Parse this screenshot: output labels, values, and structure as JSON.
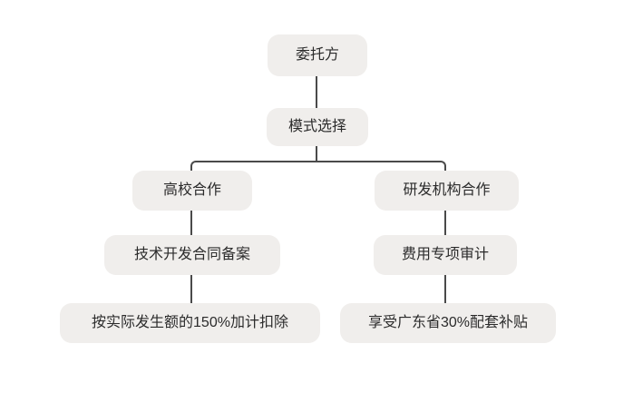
{
  "diagram": {
    "type": "flowchart",
    "direction": "top-down",
    "nodes": {
      "client": {
        "label": "委托方"
      },
      "mode": {
        "label": "模式选择"
      },
      "university": {
        "label": "高校合作"
      },
      "rnd_institution": {
        "label": "研发机构合作"
      },
      "contract_filing": {
        "label": "技术开发合同备案"
      },
      "expense_audit": {
        "label": "费用专项审计"
      },
      "deduction": {
        "label": "按实际发生额的150%加计扣除"
      },
      "subsidy": {
        "label": "享受广东省30%配套补贴"
      }
    },
    "edges": [
      {
        "from": "client",
        "to": "mode"
      },
      {
        "from": "mode",
        "to": "university"
      },
      {
        "from": "mode",
        "to": "rnd_institution"
      },
      {
        "from": "university",
        "to": "contract_filing"
      },
      {
        "from": "rnd_institution",
        "to": "expense_audit"
      },
      {
        "from": "contract_filing",
        "to": "deduction"
      },
      {
        "from": "expense_audit",
        "to": "subsidy"
      }
    ]
  },
  "colors": {
    "node-fill": "#f0eeec",
    "line": "#4a4a4a",
    "text": "#2b2b2b",
    "background": "#ffffff"
  }
}
